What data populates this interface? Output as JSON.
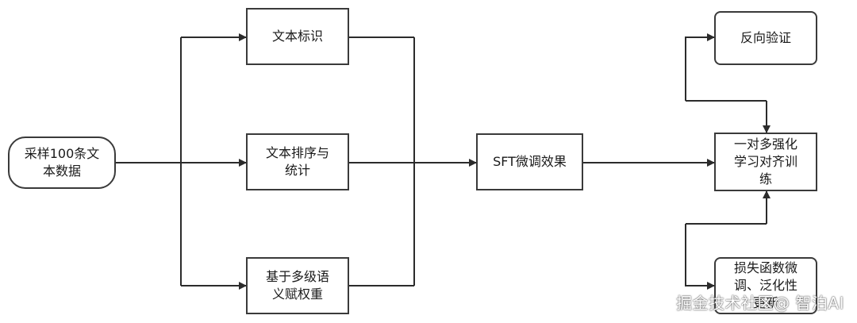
{
  "nodes": {
    "sample": "采样100条文\n本数据",
    "text_tag": "文本标识",
    "text_sort": "文本排序与\n统计",
    "semantic_weight": "基于多级语\n义赋权重",
    "sft": "SFT微调效果",
    "reverse_verify": "反向验证",
    "multi_rl": "一对多强化\n学习对齐训\n练",
    "loss_fn": "损失函数微\n调、泛化性\n更新"
  },
  "watermark": "掘金技术社区@ 智泊AI",
  "colors": {
    "line": "#2b2b2b",
    "border": "#3a3a3a"
  }
}
